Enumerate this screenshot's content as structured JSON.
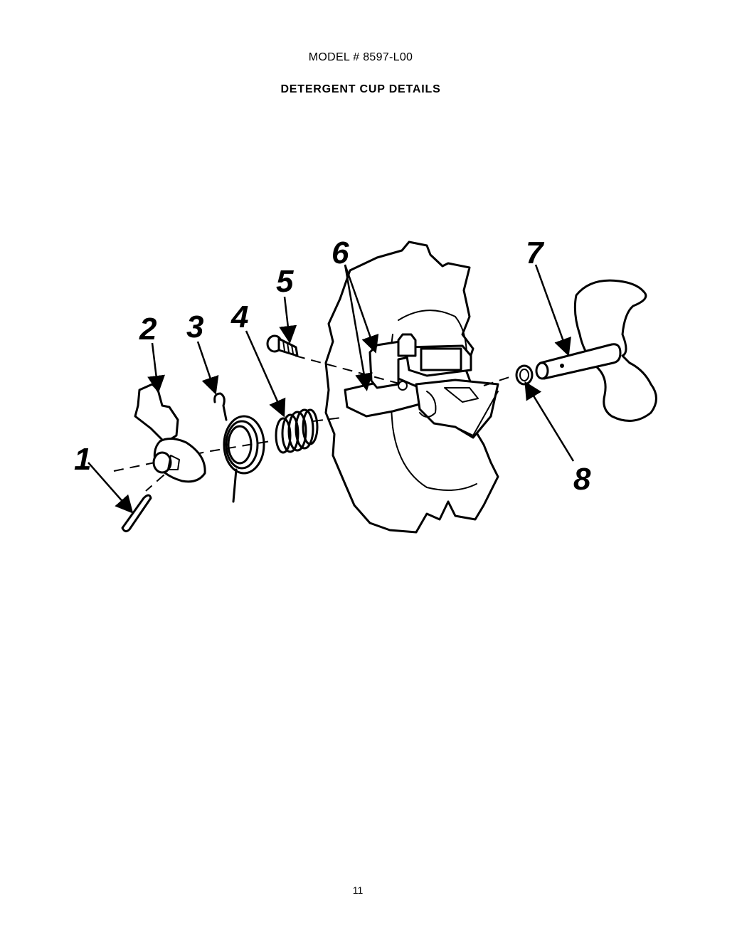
{
  "header": {
    "model": "MODEL # 8597-L00",
    "title": "DETERGENT CUP DETAILS"
  },
  "callouts": [
    "1",
    "2",
    "3",
    "4",
    "5",
    "6",
    "7",
    "8"
  ],
  "footer": {
    "page_number": "11"
  }
}
